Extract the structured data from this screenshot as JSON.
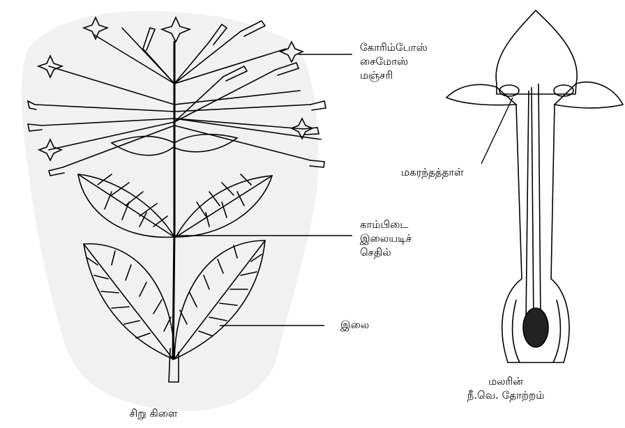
{
  "labels": {
    "inflorescence": [
      "கோரிம்போஸ்",
      "சைமோஸ்",
      "மஞ்சரி"
    ],
    "stipule": [
      "காம்பிடை",
      "இலையடிச்",
      "செதில்"
    ],
    "leaf": "இலை",
    "twig": "சிறு கிளை",
    "stamen": "மகரந்தத்தாள்",
    "flower_ls": [
      "மலரின்",
      "நீ.வெ. தோற்றம்"
    ]
  },
  "colors": {
    "ink": "#000000",
    "shade": "#f1f1f1"
  }
}
